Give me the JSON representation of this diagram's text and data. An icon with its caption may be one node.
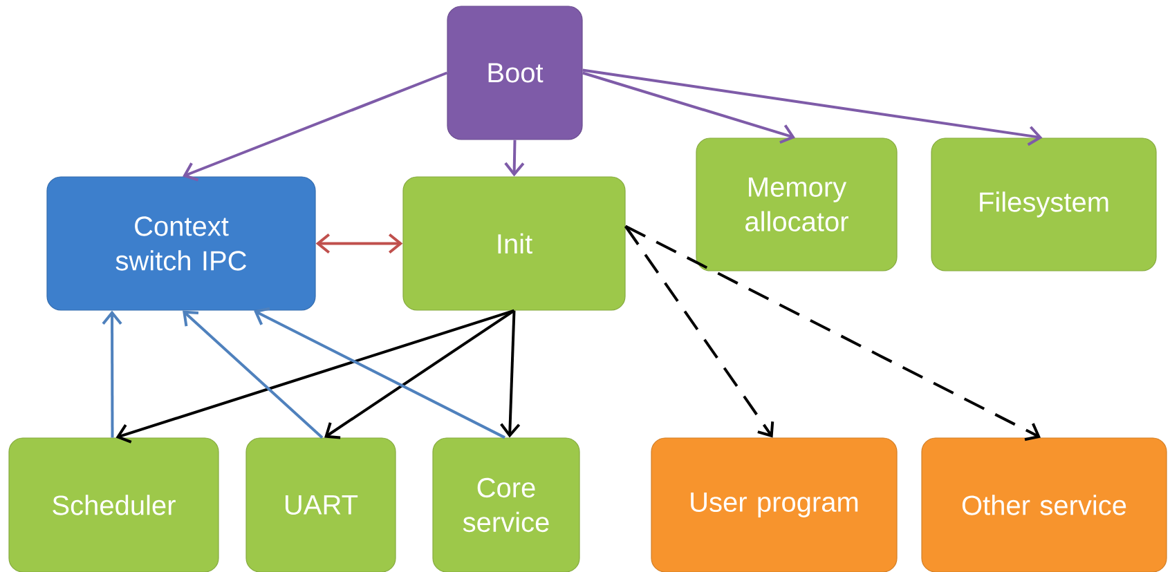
{
  "diagram": {
    "nodes": [
      {
        "text": [
          "Boot"
        ]
      },
      {
        "text": [
          "Context switch IPC"
        ]
      },
      {
        "text": [
          "Init"
        ]
      },
      {
        "text": [
          "Memory allocator"
        ]
      },
      {
        "text": [
          "Filesystem"
        ]
      },
      {
        "text": [
          "Scheduler"
        ]
      },
      {
        "text": [
          "UART"
        ]
      },
      {
        "text": [
          "Core service"
        ]
      },
      {
        "text": [
          "User program"
        ]
      },
      {
        "text": [
          "Other service"
        ]
      }
    ],
    "edges": [
      {
        "from": 0,
        "to": 1,
        "arrow": "to",
        "color": "#7e5ba8"
      },
      {
        "from": 0,
        "to": 2,
        "arrow": "to",
        "color": "#7e5ba8"
      },
      {
        "from": 0,
        "to": 3,
        "arrow": "to",
        "color": "#7e5ba8"
      },
      {
        "from": 0,
        "to": 4,
        "arrow": "to",
        "color": "#7e5ba8"
      },
      {
        "from": 1,
        "to": 2,
        "arrow": "both",
        "color": "#c0504d"
      },
      {
        "from": 2,
        "to": 5,
        "arrow": "to"
      },
      {
        "from": 2,
        "to": 6,
        "arrow": "to"
      },
      {
        "from": 2,
        "to": 7,
        "arrow": "to"
      },
      {
        "from": 5,
        "to": 1,
        "arrow": "to",
        "color": "#4f81bd"
      },
      {
        "from": 6,
        "to": 1,
        "arrow": "to",
        "color": "#4f81bd"
      },
      {
        "from": 7,
        "to": 1,
        "arrow": "to",
        "color": "#4f81bd"
      },
      {
        "from": 2,
        "to": 8,
        "arrow": "to",
        "style": "dashed"
      },
      {
        "from": 2,
        "to": 9,
        "arrow": "to",
        "style": "dashed"
      }
    ]
  }
}
